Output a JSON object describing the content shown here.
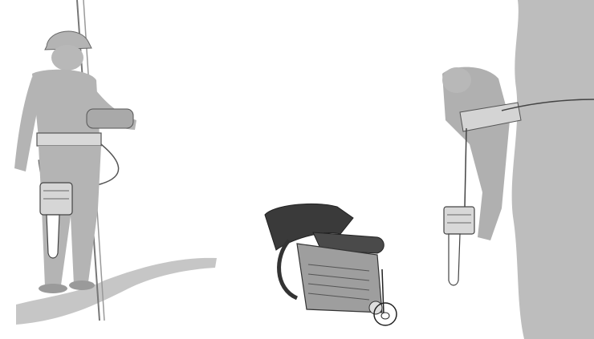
{
  "figure": {
    "panels": [
      {
        "id": "left",
        "depicts": "climber-on-rope-with-chainsaw-on-harness"
      },
      {
        "id": "center",
        "depicts": "top-handle-chainsaw-with-lanyard-attachment-ring"
      },
      {
        "id": "right",
        "depicts": "climber-against-trunk-with-chainsaw-on-lanyard"
      }
    ],
    "palette": {
      "figure_fill": "#b4b4b4",
      "shadow_fill": "#c6c6c6",
      "outline": "#444444",
      "dark": "#333333",
      "trunk_fill": "#bdbdbd",
      "background": "#ffffff"
    }
  }
}
